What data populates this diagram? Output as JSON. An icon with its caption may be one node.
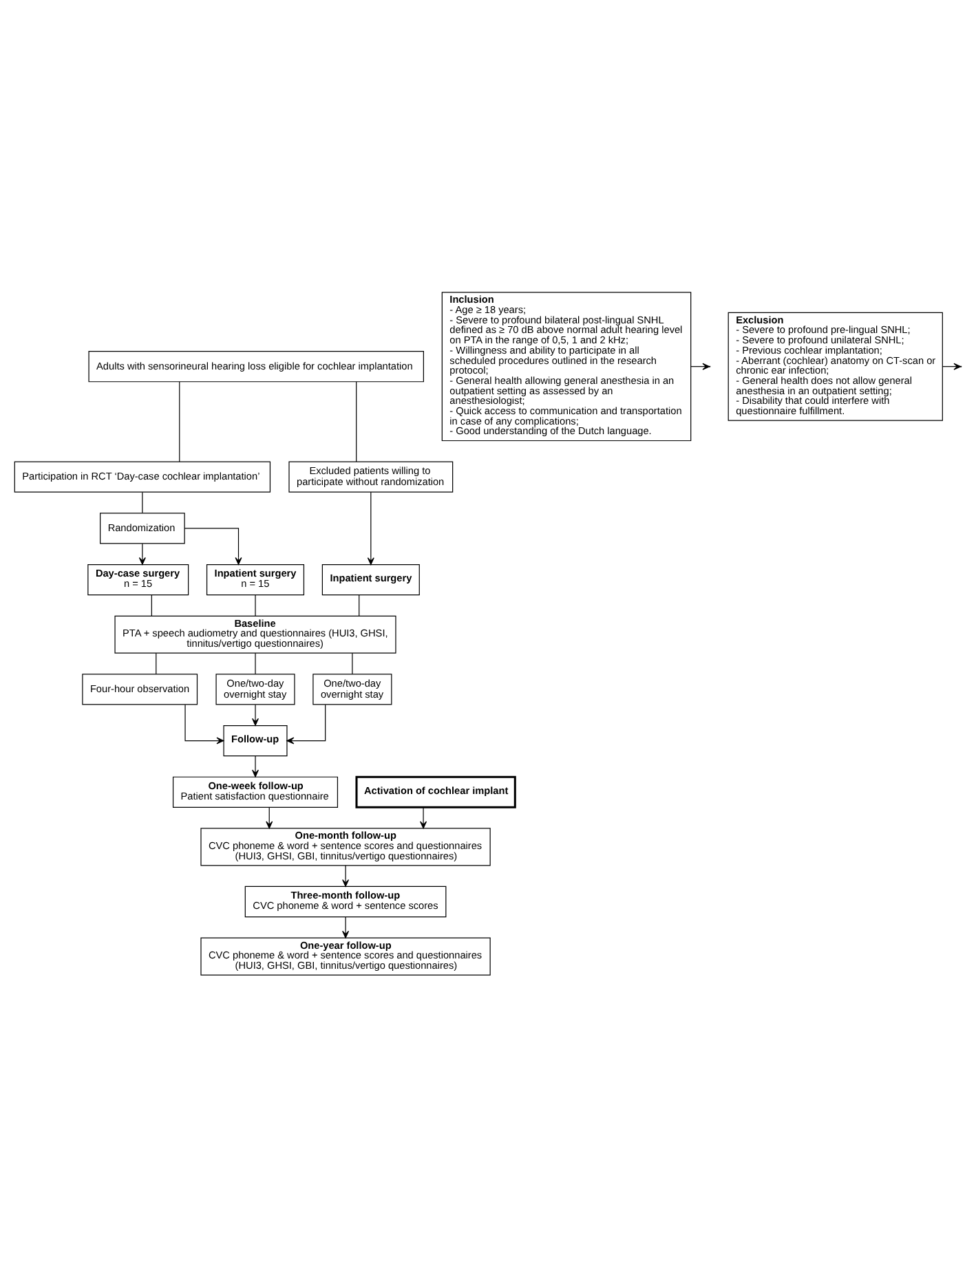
{
  "diagram": {
    "nodes": [
      {
        "text": [
          "Adults with sensorineural hearing loss eligible for cochlear implantation"
        ]
      },
      {
        "text": [
          "Inclusion",
          "- Age ≥ 18 years;",
          "- Severe to profound bilateral post-lingual SNHL defined as ≥ 70 dB above normal adult hearing level on PTA in the range of 0,5, 1 and 2 kHz;",
          "- Willingness and ability to participate in all scheduled procedures outlined in the research protocol;",
          "- General health allowing general anesthesia in an outpatient setting as assessed by an anesthesiologist;",
          "- Quick access to communication and transportation in case of any complications;",
          "- Good understanding of the Dutch language."
        ]
      },
      {
        "text": [
          "Exclusion",
          "- Severe to profound pre-lingual SNHL;",
          "- Severe to profound unilateral SNHL;",
          "- Previous cochlear implantation;",
          "- Aberrant (cochlear) anatomy on CT-scan or chronic ear infection;",
          "- General health does not allow general anesthesia in an outpatient setting;",
          "- Disability that could interfere with questionnaire fulfillment."
        ]
      },
      {
        "text": [
          "Participation in RCT ‘Day-case cochlear implantation’"
        ]
      },
      {
        "text": [
          "Excluded patients willing to participate without randomization"
        ]
      },
      {
        "text": [
          "Randomization"
        ]
      },
      {
        "text": [
          "Day-case surgery",
          "n = 15"
        ]
      },
      {
        "text": [
          "Inpatient surgery",
          "n = 15"
        ]
      },
      {
        "text": [
          "Inpatient surgery"
        ]
      },
      {
        "text": [
          "Baseline",
          "PTA + speech audiometry and questionnaires (HUI3, GHSI, tinnitus/vertigo questionnaires)"
        ]
      },
      {
        "text": [
          "Four-hour observation"
        ]
      },
      {
        "text": [
          "One/two-day overnight stay"
        ]
      },
      {
        "text": [
          "One/two-day overnight stay"
        ]
      },
      {
        "text": [
          "Follow-up"
        ]
      },
      {
        "text": [
          "One-week follow-up",
          "Patient satisfaction questionnaire"
        ]
      },
      {
        "text": [
          "Activation of cochlear implant"
        ]
      },
      {
        "text": [
          "One-month follow-up",
          "CVC phoneme & word + sentence scores and questionnaires (HUI3, GHSI, GBI, tinnitus/vertigo questionnaires)"
        ]
      },
      {
        "text": [
          "Three-month follow-up",
          "CVC phoneme & word + sentence scores"
        ]
      },
      {
        "text": [
          "One-year follow-up",
          "CVC phoneme & word + sentence scores and questionnaires (HUI3, GHSI, GBI, tinnitus/vertigo questionnaires)"
        ]
      }
    ],
    "edges": [
      {
        "from": 1,
        "to": null,
        "arrow": "to"
      },
      {
        "from": 2,
        "to": null,
        "arrow": "to"
      },
      {
        "from": 0,
        "to": 3,
        "arrow": "none"
      },
      {
        "from": 0,
        "to": 4,
        "arrow": "none"
      },
      {
        "from": 3,
        "to": 5,
        "arrow": "none"
      },
      {
        "from": 5,
        "to": 6,
        "arrow": "to"
      },
      {
        "from": 5,
        "to": 7,
        "arrow": "to"
      },
      {
        "from": 4,
        "to": 8,
        "arrow": "to"
      },
      {
        "from": 6,
        "to": 9,
        "arrow": "none"
      },
      {
        "from": 7,
        "to": 9,
        "arrow": "none"
      },
      {
        "from": 8,
        "to": 9,
        "arrow": "none"
      },
      {
        "from": 9,
        "to": 10,
        "arrow": "none"
      },
      {
        "from": 9,
        "to": 11,
        "arrow": "none"
      },
      {
        "from": 9,
        "to": 12,
        "arrow": "none"
      },
      {
        "from": 10,
        "to": 13,
        "arrow": "to"
      },
      {
        "from": 11,
        "to": 13,
        "arrow": "to"
      },
      {
        "from": 12,
        "to": 13,
        "arrow": "to"
      },
      {
        "from": 13,
        "to": 14,
        "arrow": "to"
      },
      {
        "from": 14,
        "to": 16,
        "arrow": "to"
      },
      {
        "from": 15,
        "to": 16,
        "arrow": "to"
      },
      {
        "from": 16,
        "to": 17,
        "arrow": "to"
      },
      {
        "from": 17,
        "to": 18,
        "arrow": "to"
      }
    ]
  }
}
